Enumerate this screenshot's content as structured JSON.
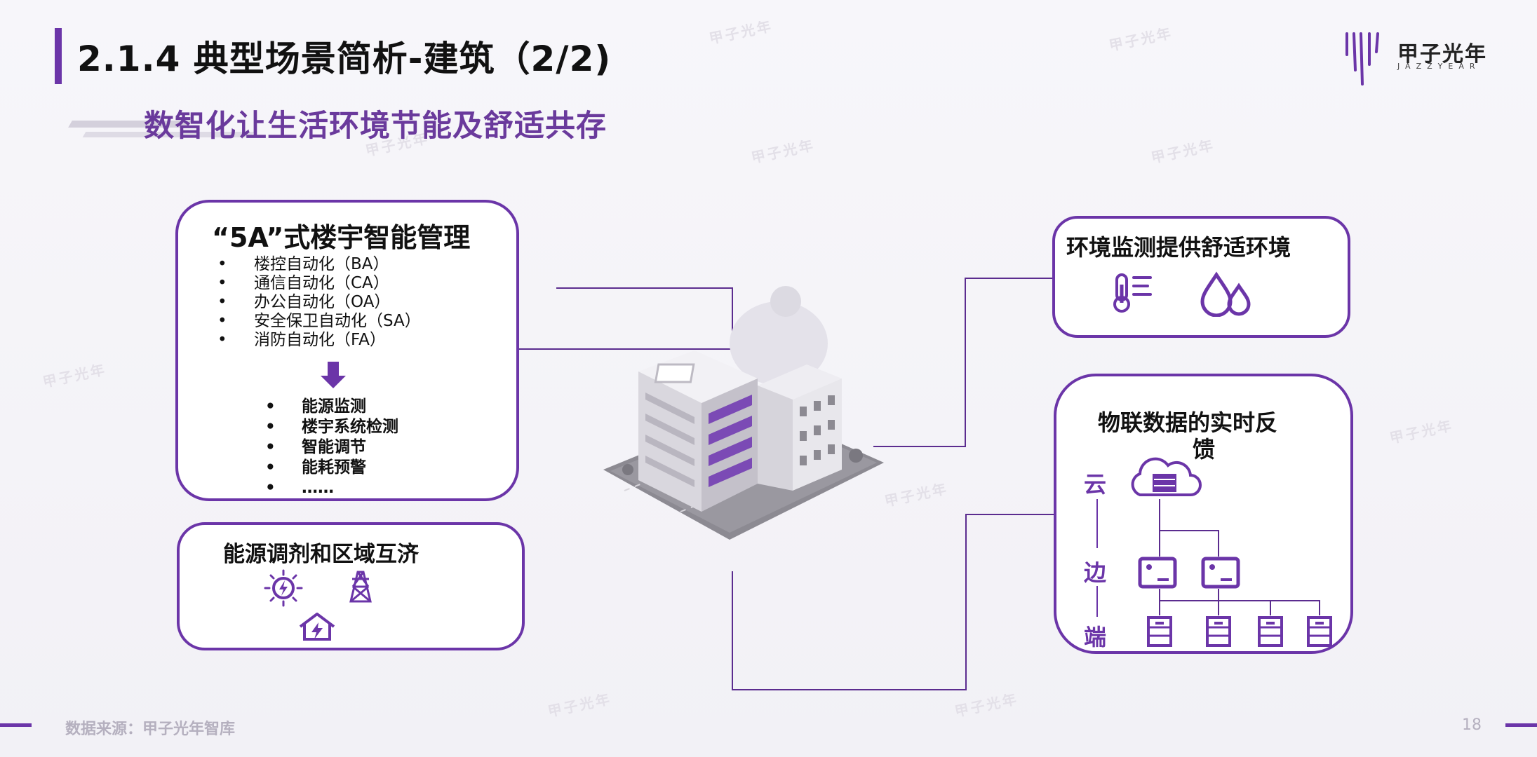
{
  "header": {
    "title": "2.1.4 典型场景简析-建筑（2/2)",
    "subtitle": "数智化让生活环境节能及舒适共存"
  },
  "logo": {
    "name_cn": "甲子光年",
    "name_en": "JAZZYEAR"
  },
  "watermark": "甲子光年",
  "left_top_box": {
    "heading": "“5A”式楼宇智能管理",
    "items": [
      "楼控自动化（BA）",
      "通信自动化（CA）",
      "办公自动化（OA）",
      "安全保卫自动化（SA）",
      "消防自动化（FA）"
    ],
    "results": [
      "能源监测",
      "楼宇系统检测",
      "智能调节",
      "能耗预警",
      "……"
    ]
  },
  "left_bottom_box": {
    "heading": "能源调剂和区域互济"
  },
  "right_top_box": {
    "heading": "环境监测提供舒适环境"
  },
  "right_bottom_box": {
    "heading_line1": "物联数据的实时反",
    "heading_line2": "馈",
    "tiers": [
      "云",
      "边",
      "端"
    ]
  },
  "footer": {
    "source": "数据来源：甲子光年智库",
    "page": "18"
  },
  "colors": {
    "accent": "#6b35a8",
    "line": "#5b2c8f",
    "subtitle": "#6a3a9c"
  },
  "icons": [
    "arrow-down-icon",
    "solar-power-icon",
    "power-tower-icon",
    "house-energy-icon",
    "thermometer-icon",
    "water-drops-icon",
    "cloud-server-icon",
    "edge-device-icon",
    "terminal-device-icon"
  ]
}
